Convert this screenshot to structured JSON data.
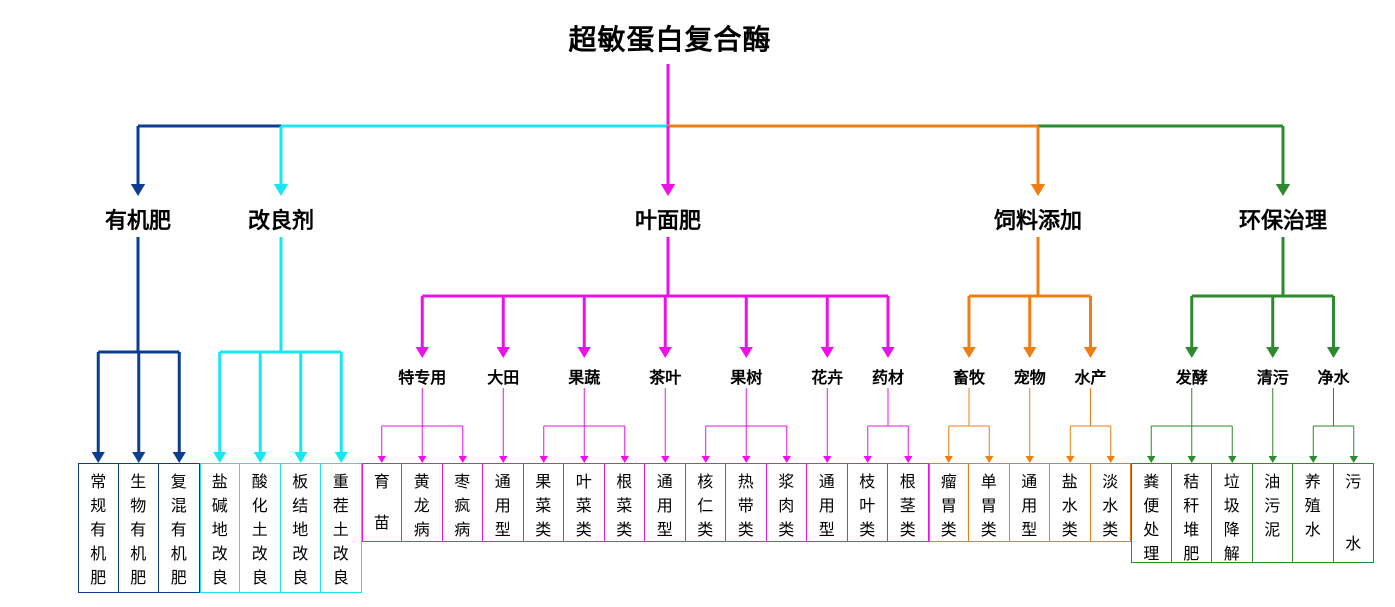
{
  "title": "超敏蛋白复合酶",
  "colors": {
    "organic": "#0b3d91",
    "amend": "#19e6f0",
    "foliar": "#ee10e8",
    "feed": "#ef7d11",
    "env": "#2e8a2e"
  },
  "categories": [
    {
      "label": "有机肥",
      "color_key": "organic",
      "children": [
        {
          "label": "",
          "leaves": [
            "常规有机肥",
            "生物有机肥",
            "复混有机肥"
          ]
        }
      ]
    },
    {
      "label": "改良剂",
      "color_key": "amend",
      "children": [
        {
          "label": "",
          "leaves": [
            "盐碱地改良",
            "酸化土改良",
            "板结地改良",
            "重茬土改良"
          ]
        }
      ]
    },
    {
      "label": "叶面肥",
      "color_key": "foliar",
      "children": [
        {
          "label": "特专用",
          "leaves": [
            "育苗",
            "黄龙病",
            "枣疯病"
          ]
        },
        {
          "label": "大田",
          "leaves": [
            "通用型"
          ]
        },
        {
          "label": "果蔬",
          "leaves": [
            "果菜类",
            "叶菜类",
            "根菜类"
          ]
        },
        {
          "label": "茶叶",
          "leaves": [
            "通用型"
          ]
        },
        {
          "label": "果树",
          "leaves": [
            "核仁类",
            "热带类",
            "浆肉类"
          ]
        },
        {
          "label": "花卉",
          "leaves": [
            "通用型"
          ]
        },
        {
          "label": "药材",
          "leaves": [
            "枝叶类",
            "根茎类"
          ]
        }
      ]
    },
    {
      "label": "饲料添加",
      "color_key": "feed",
      "children": [
        {
          "label": "畜牧",
          "leaves": [
            "瘤胃类",
            "单胃类"
          ]
        },
        {
          "label": "宠物",
          "leaves": [
            "通用型"
          ]
        },
        {
          "label": "水产",
          "leaves": [
            "盐水类",
            "淡水类"
          ]
        }
      ]
    },
    {
      "label": "环保治理",
      "color_key": "env",
      "children": [
        {
          "label": "发酵",
          "leaves": [
            "粪便处理",
            "秸秆堆肥",
            "垃圾降解"
          ]
        },
        {
          "label": "清污",
          "leaves": [
            "油污泥"
          ]
        },
        {
          "label": "净水",
          "leaves": [
            "养殖水",
            "污水"
          ]
        }
      ]
    }
  ]
}
